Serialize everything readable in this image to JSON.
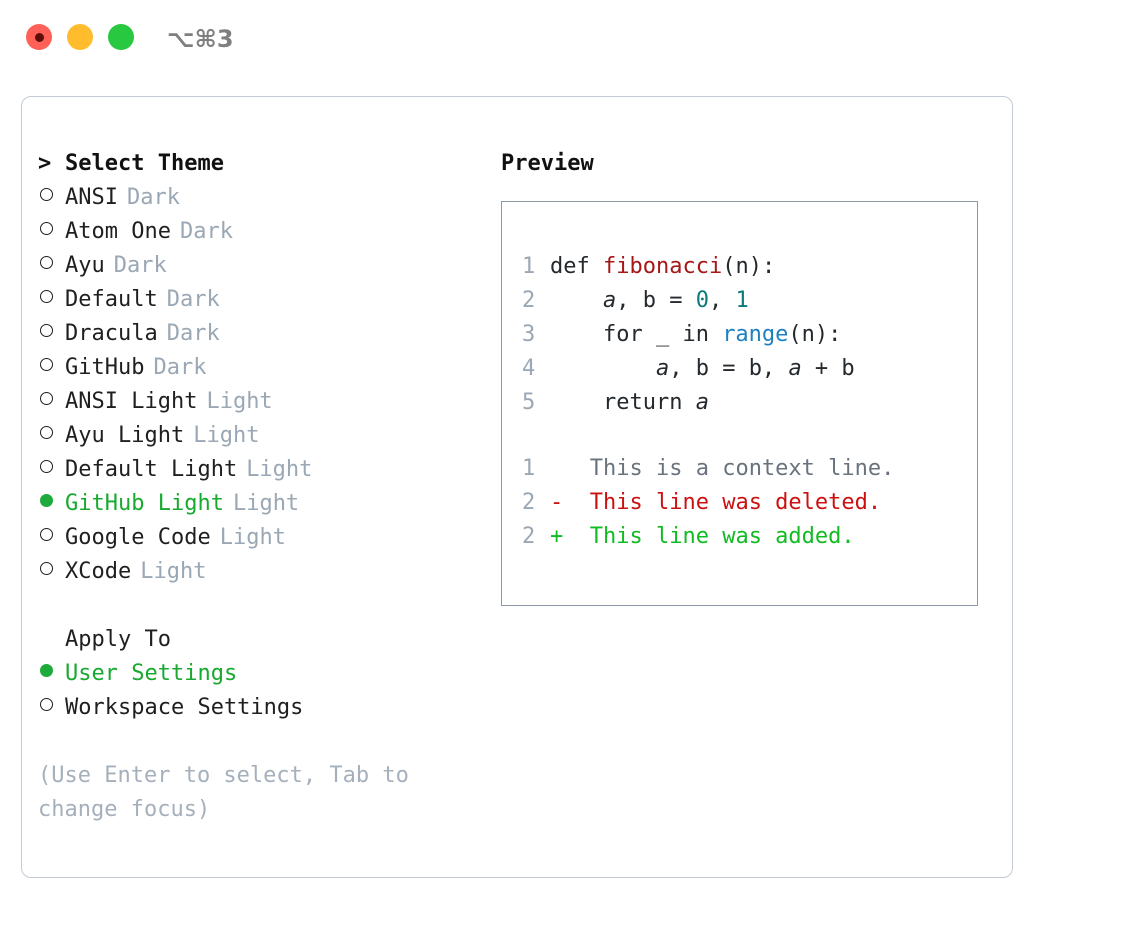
{
  "window": {
    "shortcut": "⌥⌘3",
    "traffic_lights": [
      "close-red",
      "minimize-yellow",
      "maximize-green"
    ],
    "accent_green": "#18a92f",
    "muted_blue_gray": "#9aa7b4",
    "border_color": "#c4cbd4"
  },
  "theme_picker": {
    "header_marker": ">",
    "header": "Select Theme",
    "items": [
      {
        "name": "ANSI",
        "tag": "Dark",
        "selected": false
      },
      {
        "name": "Atom One",
        "tag": "Dark",
        "selected": false
      },
      {
        "name": "Ayu",
        "tag": "Dark",
        "selected": false
      },
      {
        "name": "Default",
        "tag": "Dark",
        "selected": false
      },
      {
        "name": "Dracula",
        "tag": "Dark",
        "selected": false
      },
      {
        "name": "GitHub",
        "tag": "Dark",
        "selected": false
      },
      {
        "name": "ANSI Light",
        "tag": "Light",
        "selected": false
      },
      {
        "name": "Ayu Light",
        "tag": "Light",
        "selected": false
      },
      {
        "name": "Default Light",
        "tag": "Light",
        "selected": false
      },
      {
        "name": "GitHub Light",
        "tag": "Light",
        "selected": true
      },
      {
        "name": "Google Code",
        "tag": "Light",
        "selected": false
      },
      {
        "name": "XCode",
        "tag": "Light",
        "selected": false
      }
    ]
  },
  "apply_to": {
    "header": "Apply To",
    "options": [
      {
        "name": "User Settings",
        "selected": true
      },
      {
        "name": "Workspace Settings",
        "selected": false
      }
    ]
  },
  "hint": "(Use Enter to select, Tab to change focus)",
  "preview": {
    "title": "Preview",
    "code_lines": [
      {
        "num": "1",
        "segments": [
          {
            "text": "def ",
            "style": "plain"
          },
          {
            "text": "fibonacci",
            "style": "fn"
          },
          {
            "text": "(n):",
            "style": "plain"
          }
        ]
      },
      {
        "num": "2",
        "segments": [
          {
            "text": "    ",
            "style": "plain"
          },
          {
            "text": "a",
            "style": "var"
          },
          {
            "text": ", ",
            "style": "plain"
          },
          {
            "text": "b",
            "style": "plain"
          },
          {
            "text": " = ",
            "style": "plain"
          },
          {
            "text": "0",
            "style": "num"
          },
          {
            "text": ", ",
            "style": "plain"
          },
          {
            "text": "1",
            "style": "num"
          }
        ]
      },
      {
        "num": "3",
        "segments": [
          {
            "text": "    for _ in ",
            "style": "plain"
          },
          {
            "text": "range",
            "style": "call"
          },
          {
            "text": "(n):",
            "style": "plain"
          }
        ]
      },
      {
        "num": "4",
        "segments": [
          {
            "text": "        ",
            "style": "plain"
          },
          {
            "text": "a",
            "style": "var"
          },
          {
            "text": ", b = b, ",
            "style": "plain"
          },
          {
            "text": "a",
            "style": "var"
          },
          {
            "text": " + b",
            "style": "plain"
          }
        ]
      },
      {
        "num": "5",
        "segments": [
          {
            "text": "    return ",
            "style": "plain"
          },
          {
            "text": "a",
            "style": "var"
          }
        ]
      }
    ],
    "diff_lines": [
      {
        "num": "1",
        "sign": " ",
        "text": "This is a context line.",
        "kind": "context"
      },
      {
        "num": "2",
        "sign": "-",
        "text": "This line was deleted.",
        "kind": "deleted"
      },
      {
        "num": "2",
        "sign": "+",
        "text": "This line was added.",
        "kind": "added"
      }
    ]
  }
}
